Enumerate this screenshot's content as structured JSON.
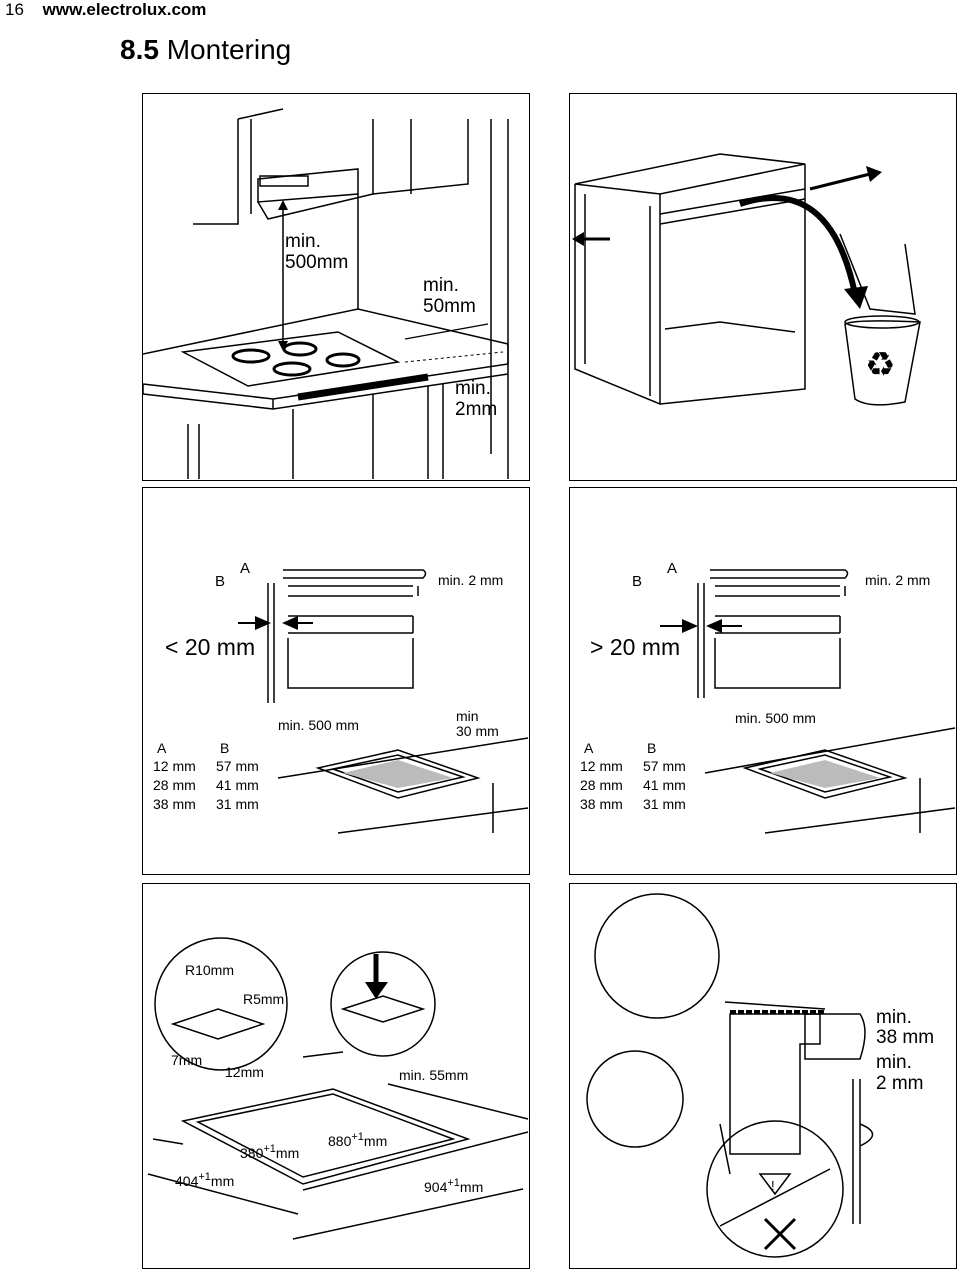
{
  "header": {
    "page_number": "16",
    "site": "www.electrolux.com"
  },
  "section": {
    "number": "8.5",
    "title": "Montering"
  },
  "panel1": {
    "hood_clearance_a": "min.",
    "hood_clearance_b": "500mm",
    "side_clearance_a": "min.",
    "side_clearance_b": "50mm",
    "gap_a": "min.",
    "gap_b": "2mm"
  },
  "panel3": {
    "label_a": "A",
    "label_b": "B",
    "gap": "min. 2 mm",
    "condition": "< 20 mm",
    "col_a": "A",
    "col_b": "B",
    "rows": [
      [
        "12 mm",
        "57 mm"
      ],
      [
        "28 mm",
        "41 mm"
      ],
      [
        "38 mm",
        "31 mm"
      ]
    ],
    "depth": "min. 500 mm",
    "edge_a": "min",
    "edge_b": "30 mm"
  },
  "panel4": {
    "label_a": "A",
    "label_b": "B",
    "gap": "min. 2 mm",
    "condition": "> 20 mm",
    "col_a": "A",
    "col_b": "B",
    "rows": [
      [
        "12 mm",
        "57 mm"
      ],
      [
        "28 mm",
        "41 mm"
      ],
      [
        "38 mm",
        "31 mm"
      ]
    ],
    "depth": "min. 500 mm"
  },
  "panel5": {
    "r10": "R10mm",
    "r5": "R5mm",
    "d7": "7mm",
    "d12": "12mm",
    "d55": "min. 55mm",
    "w380": "380",
    "w880": "880",
    "w404": "404",
    "w904": "904",
    "sup": "+1",
    "unit": "mm"
  },
  "panel6": {
    "thick_a": "min.",
    "thick_b": "38 mm",
    "gap_a": "min.",
    "gap_b": "2 mm"
  }
}
